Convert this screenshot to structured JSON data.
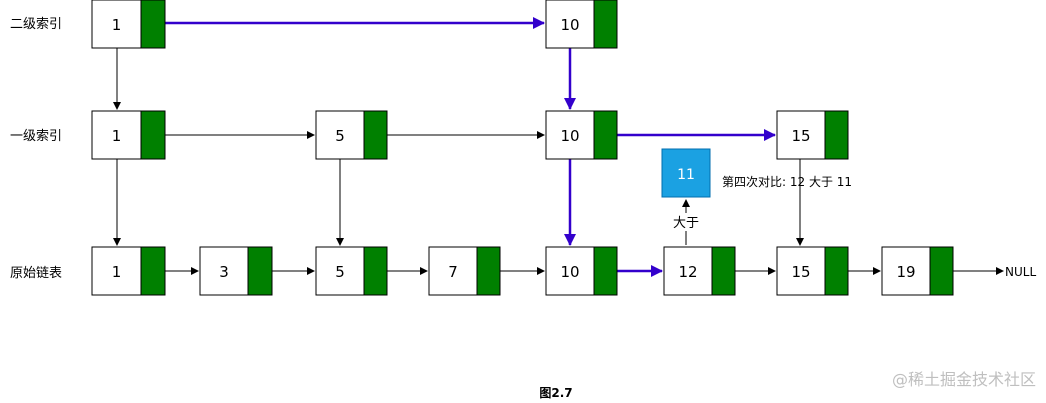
{
  "levels": {
    "level2": "二级索引",
    "level1": "一级索引",
    "base": "原始链表"
  },
  "nodes": {
    "l2": [
      "1",
      "10"
    ],
    "l1": [
      "1",
      "5",
      "10",
      "15"
    ],
    "l0": [
      "1",
      "3",
      "5",
      "7",
      "10",
      "12",
      "15",
      "19"
    ]
  },
  "search_node": "11",
  "arrow_label_greater": "大于",
  "compare_note": "第四次对比: 12 大于 11",
  "null_label": "NULL",
  "caption": "图2.7",
  "watermark": "@稀土掘金技术社区",
  "colors": {
    "pointer_cell": "#008000",
    "search_fill": "#1ba1e2",
    "search_path": "#3300cc",
    "edge": "#000000"
  }
}
